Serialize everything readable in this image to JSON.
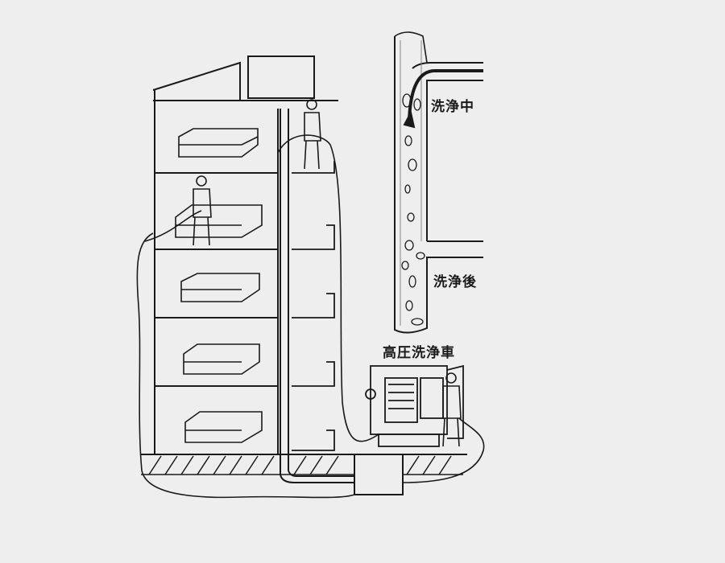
{
  "labels": {
    "during_cleaning": "洗浄中",
    "after_cleaning": "洗浄後",
    "truck": "高圧洗浄車"
  },
  "colors": {
    "background": "#efeeee",
    "ink": "#1a1a1a"
  }
}
